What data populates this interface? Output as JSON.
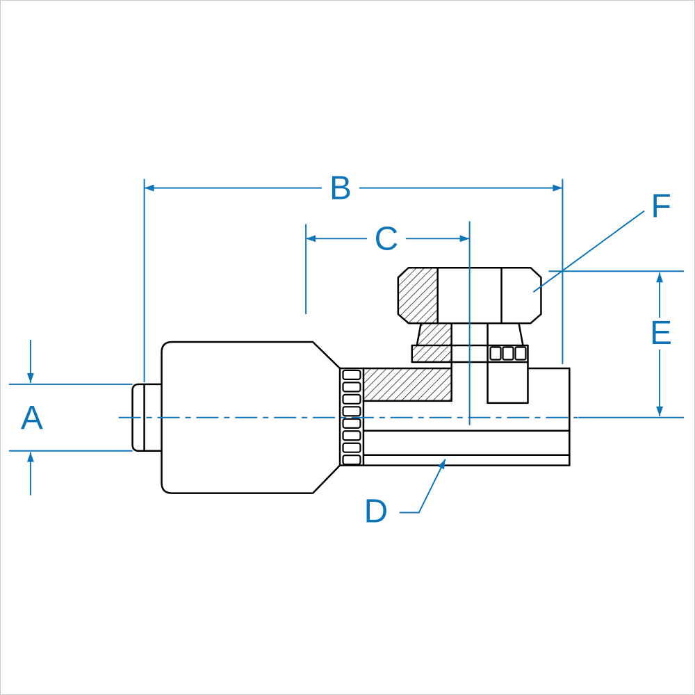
{
  "page": {
    "background": "#ffffff",
    "border_color": "#c9c9c9"
  },
  "drawing": {
    "type": "technical-dimension-drawing",
    "colors": {
      "dimension_accent": "#0e74b8",
      "part_outline": "#000000"
    },
    "dimensions": {
      "A": {
        "label": "A"
      },
      "B": {
        "label": "B"
      },
      "C": {
        "label": "C"
      },
      "D": {
        "label": "D"
      },
      "E": {
        "label": "E"
      },
      "F": {
        "label": "F"
      }
    }
  }
}
